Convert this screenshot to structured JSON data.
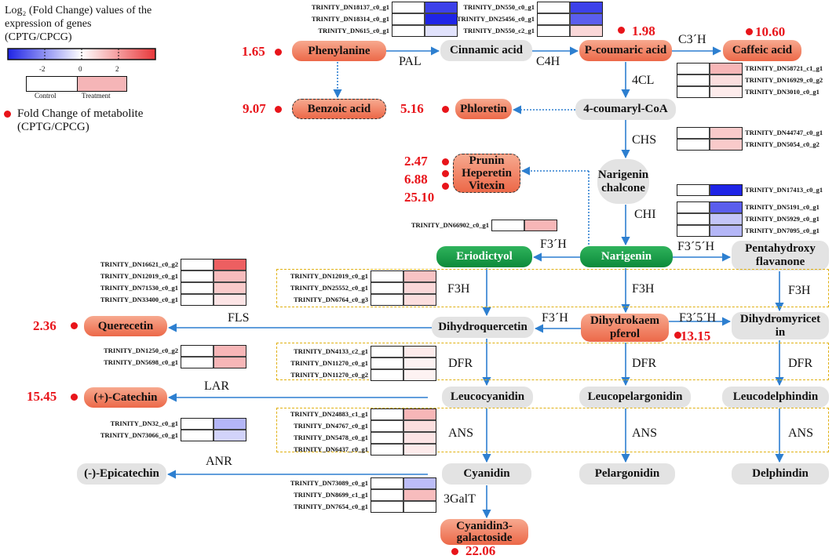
{
  "colors": {
    "blue": "#1f24e6",
    "red": "#e8373a",
    "arrow": "#2d7fd0",
    "dot": "#e8141a"
  },
  "legend": {
    "title": "Log₂ (Fold Change) values of  the expression of genes (CPTG/CPCG)",
    "ticks": [
      "-2",
      "0",
      "2"
    ],
    "control": "Control",
    "treatment": "Treatment",
    "fc_text": "Fold Change of metabolite (CPTG/CPCG)"
  },
  "nodes": [
    {
      "id": "phenylanine",
      "label": "Phenylanine",
      "style": "orange"
    },
    {
      "id": "cinnamic-acid",
      "label": "Cinnamic acid",
      "style": "grey"
    },
    {
      "id": "p-coumaric-acid",
      "label": "P-coumaric acid",
      "style": "orange"
    },
    {
      "id": "caffeic-acid",
      "label": "Caffeic acid",
      "style": "orange"
    },
    {
      "id": "benzoic-acid",
      "label": "Benzoic acid",
      "style": "orange dashed"
    },
    {
      "id": "phloretin",
      "label": "Phloretin",
      "style": "orange"
    },
    {
      "id": "coumaryl-coa",
      "label": "4-coumaryl-CoA",
      "style": "grey"
    },
    {
      "id": "prunin-group",
      "label": "Prunin\nHeperetin\nVitexin",
      "style": "orange dashed"
    },
    {
      "id": "narigenin-chalcone",
      "label": "Narigenin\nchalcone",
      "style": "grey"
    },
    {
      "id": "eriodictyol",
      "label": "Eriodictyol",
      "style": "green"
    },
    {
      "id": "narigenin",
      "label": "Narigenin",
      "style": "green"
    },
    {
      "id": "pentahydroxy",
      "label": "Pentahydroxy\nflavanone",
      "style": "grey"
    },
    {
      "id": "querecetin",
      "label": "Querecetin",
      "style": "orange"
    },
    {
      "id": "dihydroquercetin",
      "label": "Dihydroquercetin",
      "style": "grey"
    },
    {
      "id": "dihydrokaempferol",
      "label": "Dihydrokaem\npferol",
      "style": "orange"
    },
    {
      "id": "dihydromyricetin",
      "label": "Dihydromyricet\nin",
      "style": "grey"
    },
    {
      "id": "catechin",
      "label": "(+)-Catechin",
      "style": "orange"
    },
    {
      "id": "leucocyanidin",
      "label": "Leucocyanidin",
      "style": "grey"
    },
    {
      "id": "leucopelargonidin",
      "label": "Leucopelargonidin",
      "style": "grey"
    },
    {
      "id": "leucodelphindin",
      "label": "Leucodelphindin",
      "style": "grey"
    },
    {
      "id": "epicatechin",
      "label": "(-)-Epicatechin",
      "style": "grey"
    },
    {
      "id": "cyanidin",
      "label": "Cyanidin",
      "style": "grey"
    },
    {
      "id": "pelargonidin",
      "label": "Pelargonidin",
      "style": "grey"
    },
    {
      "id": "delphindin",
      "label": "Delphindin",
      "style": "grey"
    },
    {
      "id": "cyanidin3-galactoside",
      "label": "Cyanidin3-\ngalactoside",
      "style": "orange"
    }
  ],
  "enzymes": [
    {
      "id": "pal",
      "label": "PAL"
    },
    {
      "id": "c4h",
      "label": "C4H"
    },
    {
      "id": "c3h",
      "label": "C3´H"
    },
    {
      "id": "4cl",
      "label": "4CL"
    },
    {
      "id": "chs",
      "label": "CHS"
    },
    {
      "id": "chi",
      "label": "CHI"
    },
    {
      "id": "f3h-a",
      "label": "F3´H"
    },
    {
      "id": "f35h-a",
      "label": "F3´5´H"
    },
    {
      "id": "f3h-1",
      "label": "F3H"
    },
    {
      "id": "f3h-2",
      "label": "F3H"
    },
    {
      "id": "f3h-3",
      "label": "F3H"
    },
    {
      "id": "fls",
      "label": "FLS"
    },
    {
      "id": "f3h-b",
      "label": "F3´H"
    },
    {
      "id": "f35h-b",
      "label": "F3´5´H"
    },
    {
      "id": "dfr-1",
      "label": "DFR"
    },
    {
      "id": "dfr-2",
      "label": "DFR"
    },
    {
      "id": "dfr-3",
      "label": "DFR"
    },
    {
      "id": "lar",
      "label": "LAR"
    },
    {
      "id": "ans-1",
      "label": "ANS"
    },
    {
      "id": "ans-2",
      "label": "ANS"
    },
    {
      "id": "ans-3",
      "label": "ANS"
    },
    {
      "id": "anr",
      "label": "ANR"
    },
    {
      "id": "3galt",
      "label": "3GalT"
    }
  ],
  "fold_changes": [
    {
      "id": "phenylanine",
      "value": "1.65"
    },
    {
      "id": "p-coumaric",
      "value": "1.98"
    },
    {
      "id": "caffeic",
      "value": "10.60"
    },
    {
      "id": "benzoic",
      "value": "9.07"
    },
    {
      "id": "phloretin",
      "value": "5.16"
    },
    {
      "id": "prunin",
      "value": "2.47"
    },
    {
      "id": "heperetin",
      "value": "6.88"
    },
    {
      "id": "vitexin",
      "value": "25.10"
    },
    {
      "id": "querecetin",
      "value": "2.36"
    },
    {
      "id": "dihydrokaempferol",
      "value": "13.15"
    },
    {
      "id": "catechin",
      "value": "15.45"
    },
    {
      "id": "cyanidin3-galactoside",
      "value": "22.06"
    }
  ],
  "heatmaps": [
    {
      "id": "pal",
      "rows": [
        {
          "gene": "TRINITY_DN18137_c0_g1",
          "value": -2.6
        },
        {
          "gene": "TRINITY_DN18314_c0_g1",
          "value": -3.0
        },
        {
          "gene": "TRINITY_DN615_c0_g1",
          "value": -0.4
        }
      ]
    },
    {
      "id": "c4h",
      "rows": [
        {
          "gene": "TRINITY_DN550_c0_g1",
          "value": -2.6
        },
        {
          "gene": "TRINITY_DN25456_c0_g1",
          "value": -2.2
        },
        {
          "gene": "TRINITY_DN550_c2_g1",
          "value": 0.6
        }
      ]
    },
    {
      "id": "4cl",
      "rows": [
        {
          "gene": "TRINITY_DN58721_c1_g1",
          "value": 1.1
        },
        {
          "gene": "TRINITY_DN16929_c0_g2",
          "value": 0.5
        },
        {
          "gene": "TRINITY_DN3010_c0_g1",
          "value": 0.3
        }
      ]
    },
    {
      "id": "chs",
      "rows": [
        {
          "gene": "TRINITY_DN44747_c0_g1",
          "value": 0.8
        },
        {
          "gene": "TRINITY_DN5054_c0_g2",
          "value": 0.8
        }
      ]
    },
    {
      "id": "chi-single",
      "rows": [
        {
          "gene": "TRINITY_DN17413_c0_g1",
          "value": -3.0
        }
      ]
    },
    {
      "id": "chi",
      "rows": [
        {
          "gene": "TRINITY_DN5191_c0_g1",
          "value": -2.2
        },
        {
          "gene": "TRINITY_DN5929_c0_g1",
          "value": -0.8
        },
        {
          "gene": "TRINITY_DN7095_c0_g1",
          "value": -1.0
        }
      ]
    },
    {
      "id": "f3h-prime",
      "rows": [
        {
          "gene": "TRINITY_DN66902_c0_g1",
          "value": 1.1
        }
      ]
    },
    {
      "id": "fls",
      "rows": [
        {
          "gene": "TRINITY_DN16621_c0_g2",
          "value": 2.4
        },
        {
          "gene": "TRINITY_DN12019_c0_g1",
          "value": 1.0
        },
        {
          "gene": "TRINITY_DN71530_c0_g1",
          "value": 0.8
        },
        {
          "gene": "TRINITY_DN33400_c0_g1",
          "value": 0.4
        }
      ]
    },
    {
      "id": "f3h",
      "rows": [
        {
          "gene": "TRINITY_DN12019_c0_g1",
          "value": 0.9
        },
        {
          "gene": "TRINITY_DN25552_c0_g1",
          "value": 0.6
        },
        {
          "gene": "TRINITY_DN6764_c0_g3",
          "value": 0.5
        }
      ]
    },
    {
      "id": "lar",
      "rows": [
        {
          "gene": "TRINITY_DN1250_c0_g2",
          "value": 1.1
        },
        {
          "gene": "TRINITY_DN5698_c0_g1",
          "value": 1.1
        }
      ]
    },
    {
      "id": "dfr",
      "rows": [
        {
          "gene": "TRINITY_DN4133_c2_g1",
          "value": 0.3
        },
        {
          "gene": "TRINITY_DN11270_c0_g1",
          "value": 0.2
        },
        {
          "gene": "TRINITY_DN11270_c0_g2",
          "value": 0.2
        }
      ]
    },
    {
      "id": "anr",
      "rows": [
        {
          "gene": "TRINITY_DN32_c0_g1",
          "value": -1.0
        },
        {
          "gene": "TRINITY_DN73066_c0_g1",
          "value": -0.6
        }
      ]
    },
    {
      "id": "ans",
      "rows": [
        {
          "gene": "TRINITY_DN24883_c1_g1",
          "value": 1.1
        },
        {
          "gene": "TRINITY_DN4767_c0_g1",
          "value": 0.5
        },
        {
          "gene": "TRINITY_DN5478_c0_g1",
          "value": 0.4
        },
        {
          "gene": "TRINITY_DN6437_c0_g1",
          "value": 0.3
        }
      ]
    },
    {
      "id": "3galt",
      "rows": [
        {
          "gene": "TRINITY_DN73089_c0_g1",
          "value": -0.9
        },
        {
          "gene": "TRINITY_DN8699_c1_g1",
          "value": 1.0
        },
        {
          "gene": "TRINITY_DN7654_c0_g1",
          "value": 0.0
        }
      ]
    }
  ]
}
